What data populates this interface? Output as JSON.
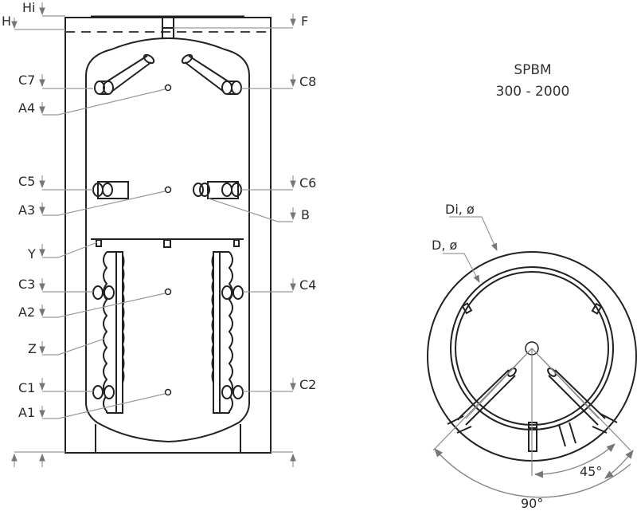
{
  "title": {
    "model": "SPBM",
    "range": "300 - 2000"
  },
  "side_view": {
    "labels_left": [
      "Hi",
      "H",
      "C7",
      "A4",
      "C5",
      "A3",
      "Y",
      "C3",
      "A2",
      "Z",
      "C1",
      "A1"
    ],
    "labels_right": [
      "F",
      "C8",
      "C6",
      "B",
      "C4",
      "C2"
    ],
    "connections": {
      "Hi": "Hi",
      "H": "H",
      "F": "F",
      "C7": "C7",
      "C8": "C8",
      "A4": "A4",
      "C5": "C5",
      "C6": "C6",
      "A3": "A3",
      "B": "B",
      "Y": "Y",
      "C3": "C3",
      "C4": "C4",
      "A2": "A2",
      "Z": "Z",
      "C1": "C1",
      "C2": "C2",
      "A1": "A1"
    }
  },
  "top_view": {
    "outer_diameter_label": "Di, ø",
    "inner_diameter_label": "D, ø",
    "angle_small": "45°",
    "angle_large": "90°"
  },
  "colors": {
    "line": "#222222",
    "dimension": "#888888",
    "text": "#2a2a2a"
  }
}
